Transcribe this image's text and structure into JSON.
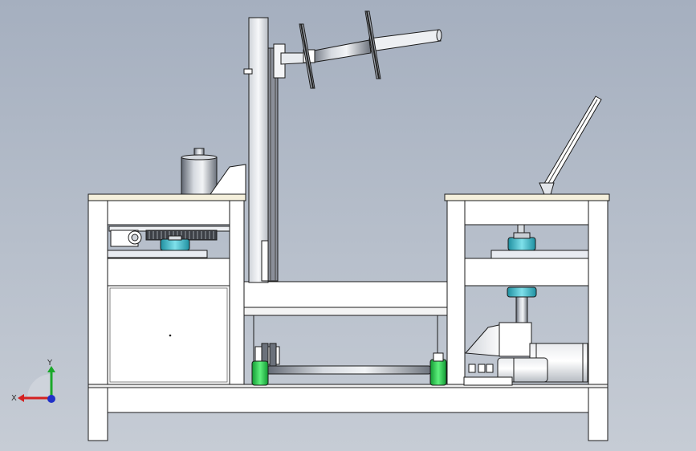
{
  "view": {
    "kind": "3D CAD model, front view",
    "background_colors": [
      "#a5afbf",
      "#c6ccd5"
    ]
  },
  "triad": {
    "x_label": "X",
    "y_label": "Y",
    "x_color": "#d42020",
    "y_color": "#1aa82a",
    "z_color": "#2030c8"
  },
  "colors": {
    "frame": "#ffffff",
    "edge": "#1b1b1b",
    "table_top": "#f5f0dc",
    "plate": "#e8ebf1",
    "rubber": "#8b8f99",
    "accent_teal": "#3cb4c4",
    "accent_green": "#22c24a",
    "steel": "#9aa0a8"
  },
  "parts": [
    "frame",
    "left-table-top",
    "right-table-top",
    "vertical-belt-wheel",
    "drive-belt",
    "spindle-shaft",
    "grinding-disc-left",
    "grinding-disc-right",
    "cylinder-weight",
    "gear-rack",
    "teal-coupling",
    "cabinet-door",
    "bottom-shaft",
    "green-bearing-blocks",
    "electric-motor",
    "adjust-lever"
  ]
}
